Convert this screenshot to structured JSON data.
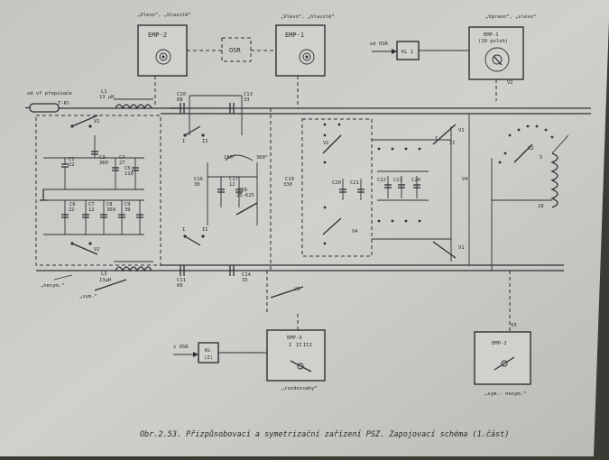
{
  "labels": {
    "top_left_quote": "„Vlevo“, „hlasitě“",
    "top_mid_quote": "„Vlevo“, „hlasitě“",
    "top_right_quote": "„Vpravo“, „vlevo“",
    "emp2_top": "EMP-2",
    "osr_box": "OSR",
    "emp1_top": "EMP-1",
    "osr_in": "od OSR",
    "kl1": "KL 1",
    "emp_right_title": "EMP-1",
    "emp_right_sub": "(18 poloh)",
    "input_label": "od vf přepínače",
    "tr_label": "T-Rl",
    "hasym": "„nesym.“",
    "sym": "„sym.“",
    "osr_in2": "z OSR",
    "kl_box": "KL",
    "kl_box2": "(Z)",
    "emp3_title": "EMP-3",
    "rozdozsahy": "„rozdozsahy“",
    "v3_label": "V3",
    "emp2_bottom": "EMP-2",
    "sym_hesym": "„sym.- nesym.“",
    "caption": "Obr.2.53. Přizpůsobovací a symetrizační zařízení PSZ. Zapojovací schéma (1.část)"
  }
}
